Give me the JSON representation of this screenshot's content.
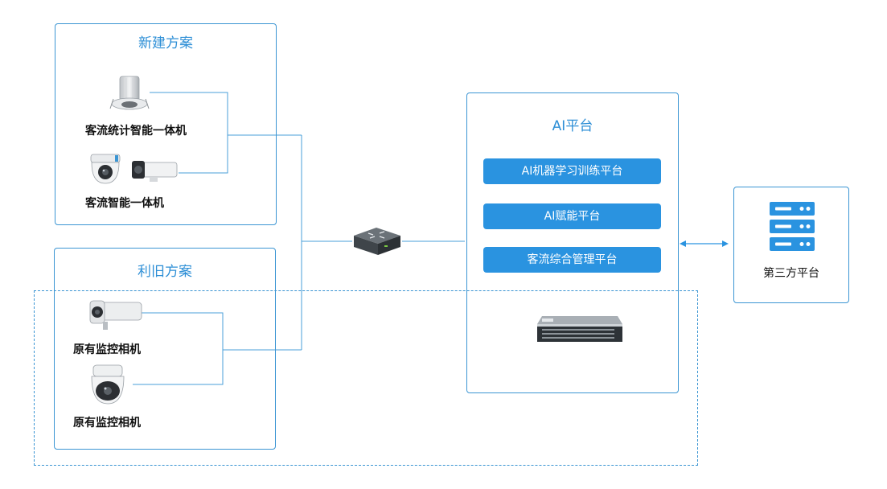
{
  "new_scheme": {
    "title": "新建方案",
    "device1_label": "客流统计智能一体机",
    "device2_label": "客流智能一体机"
  },
  "old_scheme": {
    "title": "利旧方案",
    "device1_label": "原有监控相机",
    "device2_label": "原有监控相机"
  },
  "ai_platform": {
    "title": "AI平台",
    "modules": [
      "AI机器学习训练平台",
      "AI赋能平台",
      "客流综合管理平台"
    ]
  },
  "third_party": {
    "label": "第三方平台"
  },
  "colors": {
    "accent": "#2a93e0",
    "border": "#3b95d3",
    "line": "#4a9fd8"
  }
}
